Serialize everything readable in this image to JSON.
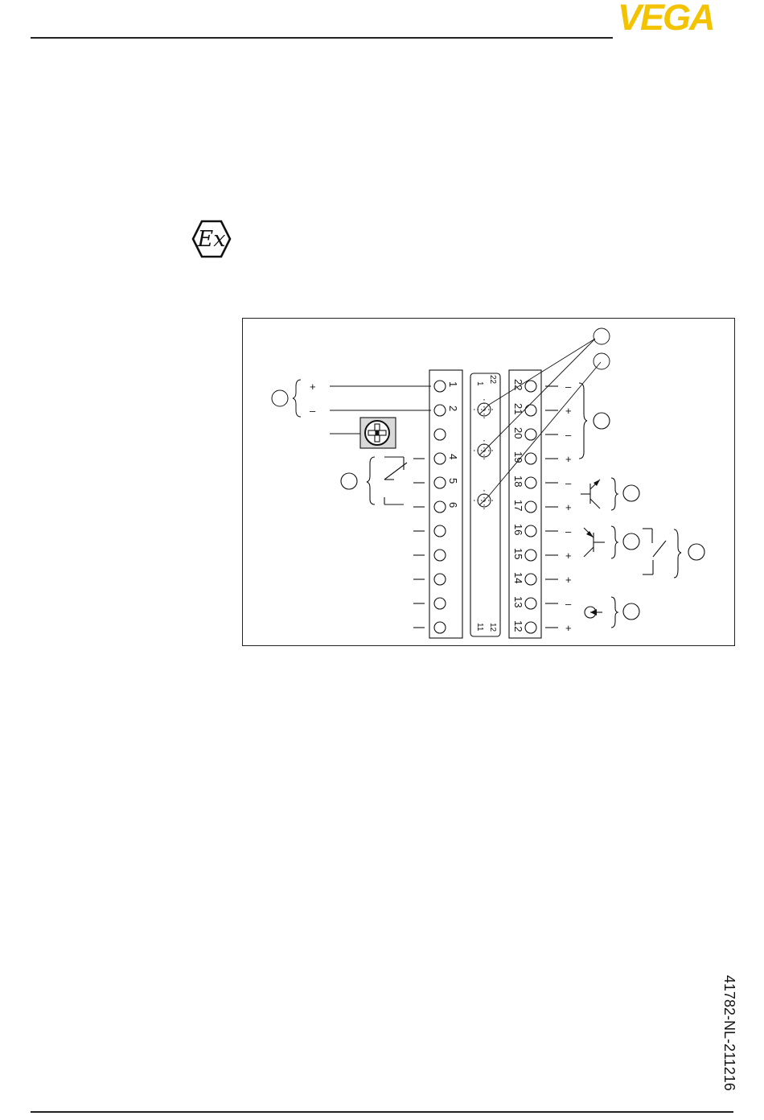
{
  "header": {
    "logo_text": "VEGA",
    "logo_color": "#f3c300"
  },
  "ex_symbol": {
    "icon": "ex-hexagon-icon",
    "label": "Ex"
  },
  "footer": {
    "document_code": "41782-NL-211216"
  },
  "diagram": {
    "left_terminals": [
      "1",
      "2",
      "",
      "4",
      "5",
      "6",
      "",
      "",
      "",
      "",
      ""
    ],
    "right_terminals": [
      "22",
      "21",
      "20",
      "19",
      "18",
      "17",
      "16",
      "15",
      "14",
      "13",
      "12"
    ],
    "right_polarity": [
      "–",
      "+",
      "–",
      "+",
      "–",
      "+",
      "–",
      "+",
      "+",
      "–",
      "+"
    ],
    "supply_polarity": [
      "+",
      "–"
    ],
    "middle_strip": {
      "top_left": "1",
      "top_right": "22",
      "bottom_left": "11",
      "bottom_right": "12"
    }
  }
}
